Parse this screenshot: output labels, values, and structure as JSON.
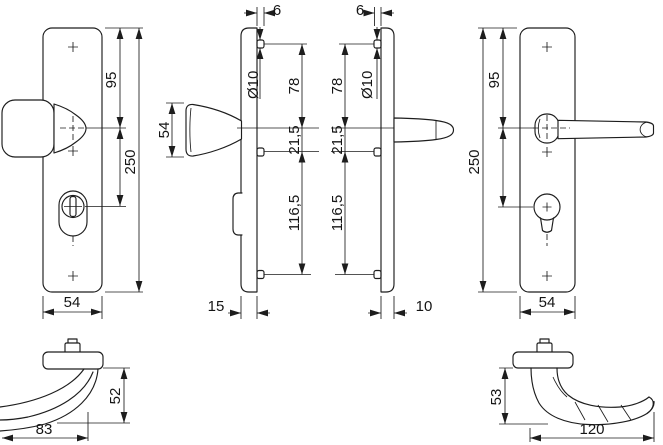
{
  "views": {
    "knob_front": {
      "h95": "95",
      "h250": "250",
      "w54": "54"
    },
    "knob_side": {
      "t6": "6",
      "d10": "Ø10",
      "d78": "78",
      "d21": "21,5",
      "d116": "116,5",
      "k54": "54",
      "t15": "15"
    },
    "lever_side": {
      "t6": "6",
      "d10": "Ø10",
      "d78": "78",
      "d21": "21,5",
      "d116": "116,5",
      "t10": "10"
    },
    "lever_front": {
      "h95": "95",
      "h250": "250",
      "w54": "54"
    },
    "knob_top": {
      "h52": "52",
      "w83": "83"
    },
    "lever_top": {
      "h53": "53",
      "w120": "120"
    }
  }
}
